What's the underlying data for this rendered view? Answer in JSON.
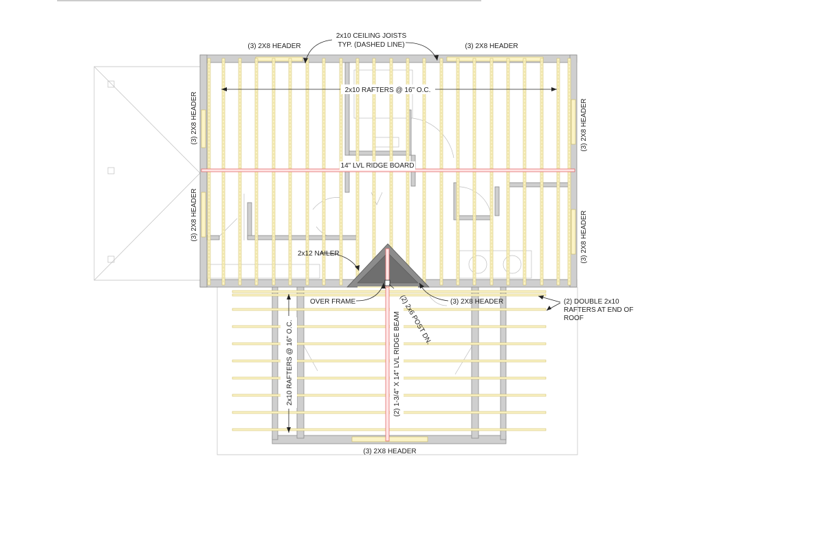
{
  "labels": {
    "header_top_left": "(3) 2X8 HEADER",
    "header_top_right": "(3) 2X8 HEADER",
    "ceiling_joists_line1": "2x10 CEILING JOISTS",
    "ceiling_joists_line2": "TYP. (DASHED LINE)",
    "rafters_main": "2x10 RAFTERS  @ 16\" O.C.",
    "ridge_board": "14\" LVL RIDGE BOARD",
    "header_left_upper": "(3) 2X8 HEADER",
    "header_left_lower": "(3) 2X8 HEADER",
    "header_right_upper": "(3) 2X8 HEADER",
    "header_right_lower": "(3) 2X8 HEADER",
    "nailer": "2x12 NAILER",
    "over_frame": "OVER FRAME",
    "post": "(2) 2x6 POST DN.",
    "header_mid": "(3) 2X8 HEADER",
    "double_rafters_line1": "(2) DOUBLE 2x10",
    "double_rafters_line2": "RAFTERS AT END OF",
    "double_rafters_line3": "ROOF",
    "rafters_lower": "2x10 RAFTERS  @ 16\" O.C.",
    "ridge_beam": "(2) 1-3/4\" X 14\" LVL RIDGE BEAM",
    "header_bottom": "(3) 2X8 HEADER"
  },
  "colors": {
    "wall": "#cfcfcf",
    "rafter_fill": "#fbf3c6",
    "rafter_edge": "#c9b75e",
    "ridge": "#e26a6a",
    "overframe": "#7d7d7d"
  }
}
